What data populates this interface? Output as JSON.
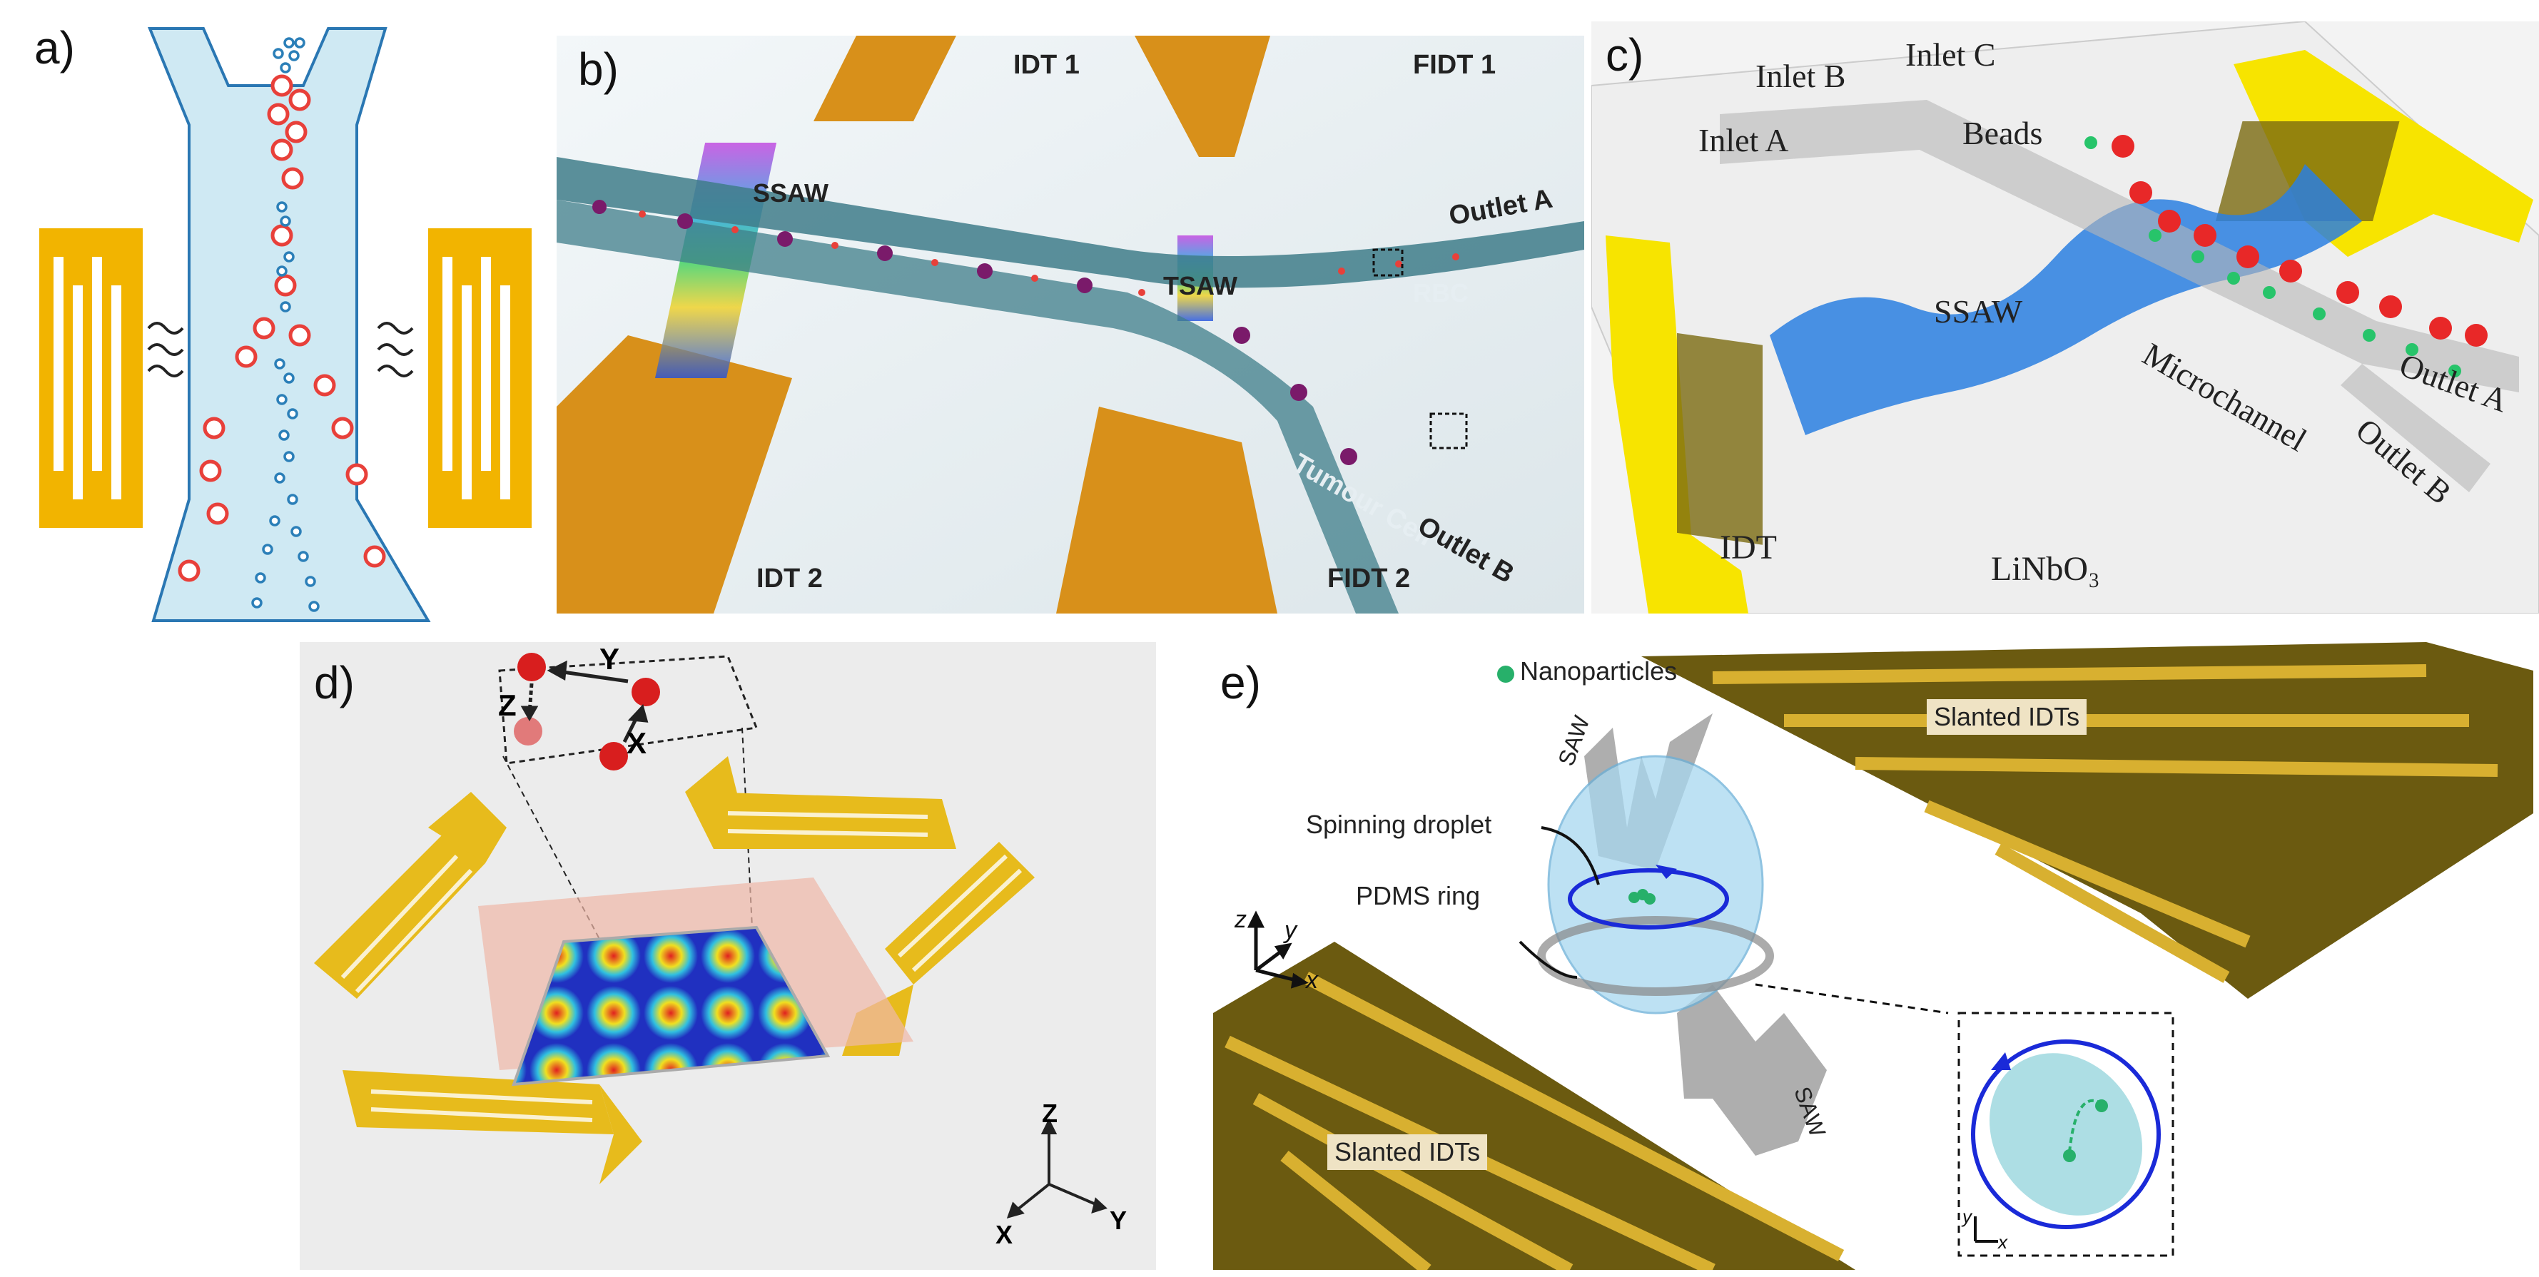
{
  "panels": {
    "a": {
      "label": "a)"
    },
    "b": {
      "label": "b)",
      "idt1": "IDT 1",
      "fidt1": "FIDT 1",
      "idt2": "IDT 2",
      "fidt2": "FIDT 2",
      "ssaw": "SSAW",
      "tsaw": "TSAW",
      "rbc": "RBC",
      "outlet_a": "Outlet A",
      "outlet_b": "Outlet B",
      "tumour_cell": "Tumour Cell"
    },
    "c": {
      "label": "c)",
      "inlet_a": "Inlet A",
      "inlet_b": "Inlet B",
      "inlet_c": "Inlet C",
      "beads": "Beads",
      "ssaw": "SSAW",
      "microchannel": "Microchannel",
      "outlet_a": "Outlet A",
      "outlet_b": "Outlet B",
      "idt": "IDT",
      "substrate": "LiNbO₃"
    },
    "d": {
      "label": "d)",
      "axis_y_top": "Y",
      "axis_z_top": "Z",
      "axis_x_top": "X",
      "axis_z": "Z",
      "axis_x": "X",
      "axis_y": "Y"
    },
    "e": {
      "label": "e)",
      "nanoparticles": "Nanoparticles",
      "slanted_idts_top": "Slanted IDTs",
      "slanted_idts_bottom": "Slanted IDTs",
      "saw_top": "SAW",
      "saw_bottom": "SAW",
      "spinning_droplet": "Spinning droplet",
      "pdms_ring": "PDMS ring",
      "axis_z": "z",
      "axis_y": "y",
      "axis_x": "x",
      "inset_y": "y",
      "inset_x": "x"
    }
  },
  "colors": {
    "channel_fill": "#cfe9f3",
    "gold": "#f2b400",
    "rbc": "#e8403a",
    "cell_blue": "#2b7fb8",
    "ssaw_blue": "#1e7fd8",
    "bead_green": "#27c46a"
  }
}
